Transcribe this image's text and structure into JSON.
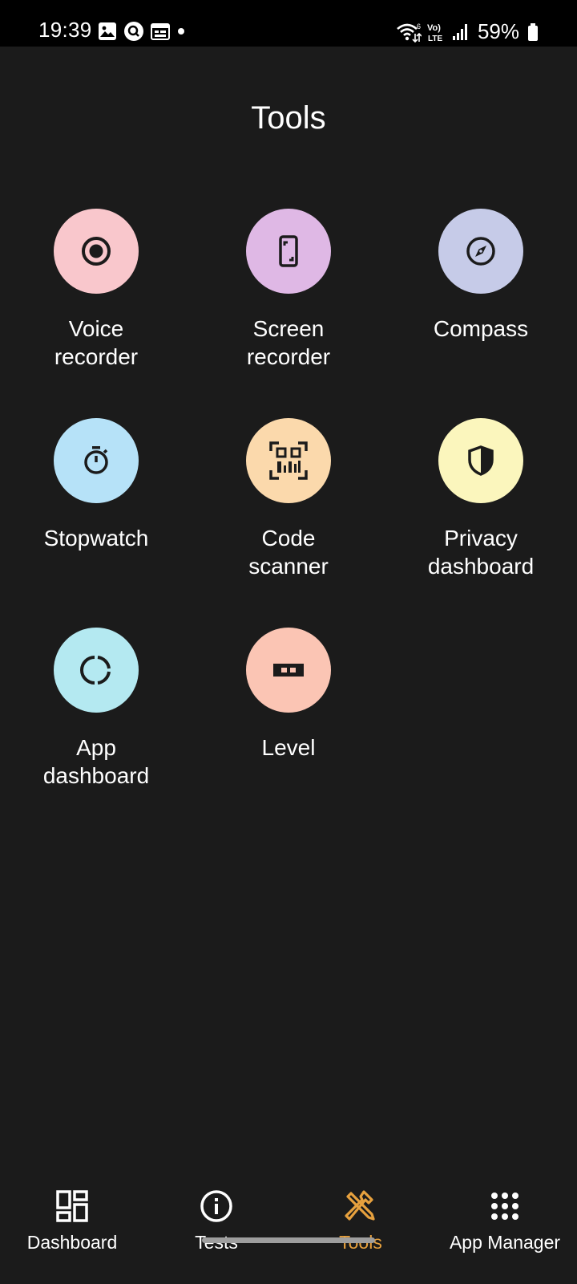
{
  "status_bar": {
    "time": "19:39",
    "battery": "59%",
    "left_icons": [
      "gallery-icon",
      "search-app-icon",
      "calendar-icon",
      "dot-icon"
    ],
    "right_icons": [
      "wifi-icon",
      "volte-icon",
      "signal-icon",
      "battery-icon"
    ]
  },
  "page": {
    "title": "Tools"
  },
  "tools": [
    {
      "id": "voice-recorder",
      "line1": "Voice",
      "line2": "recorder",
      "color": "#f9c7cc",
      "icon": "record-icon"
    },
    {
      "id": "screen-recorder",
      "line1": "Screen",
      "line2": "recorder",
      "color": "#dfb8e5",
      "icon": "phone-frame-icon"
    },
    {
      "id": "compass",
      "line1": "Compass",
      "line2": "",
      "color": "#c6cbe8",
      "icon": "compass-icon"
    },
    {
      "id": "stopwatch",
      "line1": "Stopwatch",
      "line2": "",
      "color": "#b6e2f8",
      "icon": "stopwatch-icon"
    },
    {
      "id": "code-scanner",
      "line1": "Code",
      "line2": "scanner",
      "color": "#fbd9ac",
      "icon": "qr-code-icon"
    },
    {
      "id": "privacy-dashboard",
      "line1": "Privacy",
      "line2": "dashboard",
      "color": "#fbf6bd",
      "icon": "shield-icon"
    },
    {
      "id": "app-dashboard",
      "line1": "App",
      "line2": "dashboard",
      "color": "#b4e9f1",
      "icon": "ring-chart-icon"
    },
    {
      "id": "level",
      "line1": "Level",
      "line2": "",
      "color": "#fbc5b4",
      "icon": "spirit-level-icon"
    }
  ],
  "bottom_nav": {
    "active_color": "#e7a13e",
    "items": [
      {
        "label": "Dashboard",
        "icon": "dashboard-grid-icon",
        "active": false
      },
      {
        "label": "Tests",
        "icon": "info-icon",
        "active": false
      },
      {
        "label": "Tools",
        "icon": "tools-icon",
        "active": true
      },
      {
        "label": "App Manager",
        "icon": "apps-grid-icon",
        "active": false
      }
    ]
  }
}
